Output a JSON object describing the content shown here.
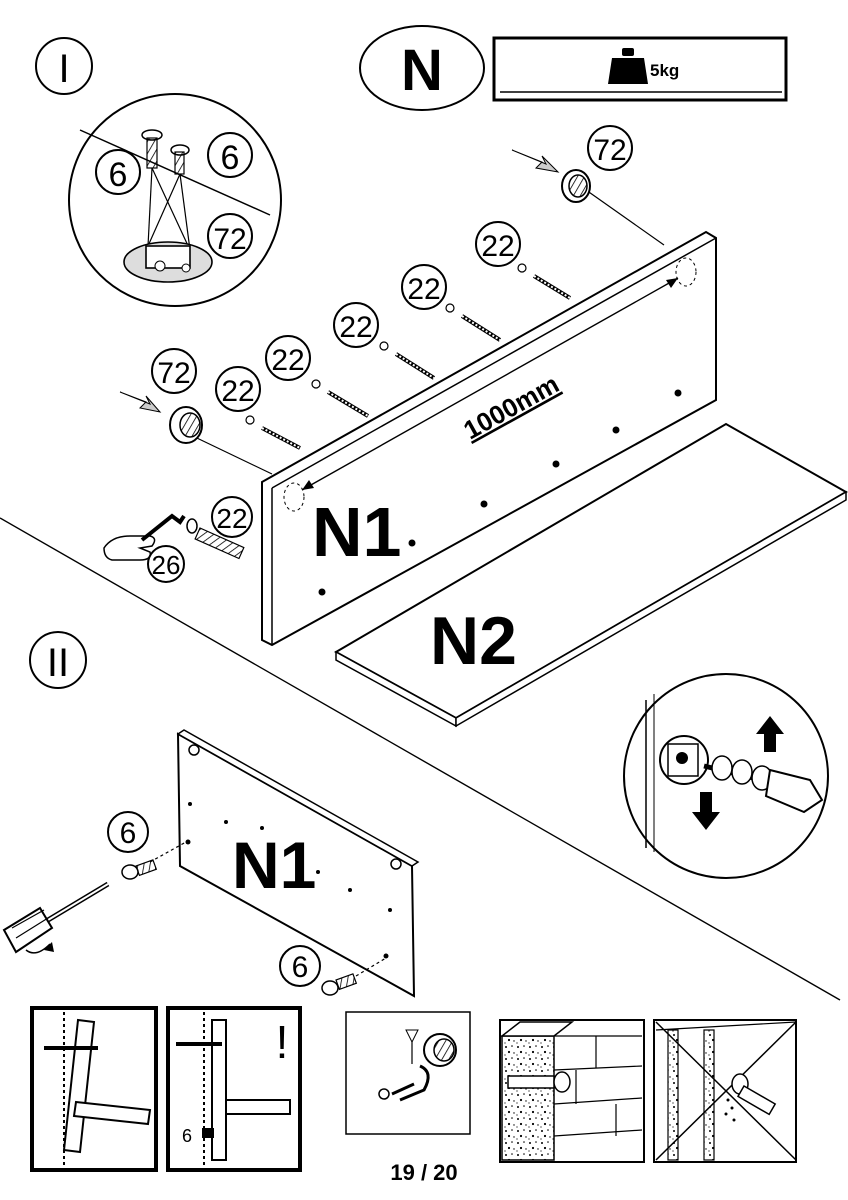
{
  "step_numerals": {
    "step1": "I",
    "step2": "II"
  },
  "part_badge": "N",
  "weight_label": "5kg",
  "panel_labels": {
    "main_board": "N1",
    "shelf_board": "N2",
    "step2_board": "N1"
  },
  "dimension_label": "1000mm",
  "part_refs": {
    "screw": "6",
    "bracket": "72",
    "bolt": "22",
    "hex_key": "26"
  },
  "page_number": "19 / 20",
  "warning_glyph": "!",
  "detail_screw_ref": "6",
  "icons": [
    "weight-icon",
    "hand-icon",
    "hex-key-icon",
    "screwdriver-icon",
    "arrow-up-icon",
    "arrow-down-icon"
  ]
}
